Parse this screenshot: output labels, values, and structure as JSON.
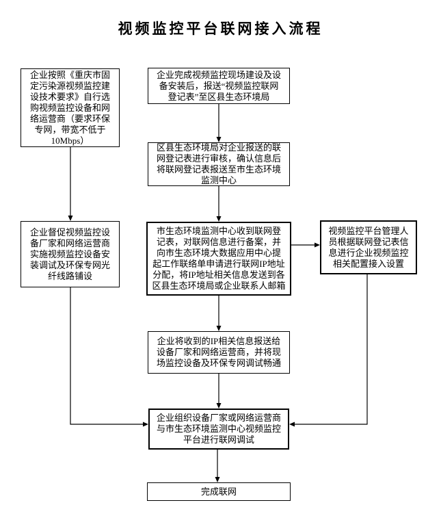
{
  "title": "视频监控平台联网接入流程",
  "colors": {
    "background": "#ffffff",
    "border": "#000000",
    "text": "#000000"
  },
  "nodes": {
    "a1": {
      "id": "a1",
      "lines": [
        "企业按照《重庆市固",
        "定污染源视频监控建",
        "设技术要求》自行选",
        "购视频监控设备和网",
        "络运营商（要求环保",
        "专网，带宽不低于",
        "10Mbps）"
      ]
    },
    "a2": {
      "id": "a2",
      "lines": [
        "企业督促视频监控设",
        "备厂家和网络运营商",
        "实施视频监控设备安",
        "装调试及环保专网光",
        "纤线路铺设"
      ]
    },
    "b1": {
      "id": "b1",
      "lines": [
        "企业完成视频监控现场建设及设",
        "备安装后，报送“视频监控联网",
        "登记表”至区县生态环境局"
      ]
    },
    "b2": {
      "id": "b2",
      "lines": [
        "区县生态环境局对企业报送的联",
        "网登记表进行审核，确认信息后",
        "将联网登记表报送至市生态环境",
        "监测中心"
      ]
    },
    "b3": {
      "id": "b3",
      "lines": [
        "市生态环境监测中心收到联网登",
        "记表，对联网信息进行备案，并",
        "向市生态环境大数据应用中心提",
        "起工作联络单申请进行联网IP地址",
        "分配，将IP地址相关信息发送到各",
        "区县生态环境局或企业联系人邮箱"
      ]
    },
    "b4": {
      "id": "b4",
      "lines": [
        "企业将收到的IP相关信息报送给",
        "设备厂家和网络运营商，并将现",
        "场监控设备及环保专网调试畅通"
      ]
    },
    "b5": {
      "id": "b5",
      "lines": [
        "企业组织设备厂家或网络运营商",
        "与市生态环境监测中心视频监控",
        "平台进行联网调试"
      ]
    },
    "c1": {
      "id": "c1",
      "lines": [
        "视频监控平台管理人",
        "员根据联网登记表信",
        "息进行企业视频监控",
        "相关配置接入设置"
      ]
    },
    "end": {
      "id": "end",
      "lines": [
        "完成联网"
      ]
    }
  },
  "edges": [
    {
      "from": "a1",
      "to": "a2"
    },
    {
      "from": "a2",
      "to": "b5"
    },
    {
      "from": "b1",
      "to": "b2"
    },
    {
      "from": "b2",
      "to": "b3"
    },
    {
      "from": "b3",
      "to": "b4"
    },
    {
      "from": "b3",
      "to": "c1"
    },
    {
      "from": "c1",
      "to": "b5"
    },
    {
      "from": "b4",
      "to": "b5"
    },
    {
      "from": "b5",
      "to": "end"
    }
  ]
}
